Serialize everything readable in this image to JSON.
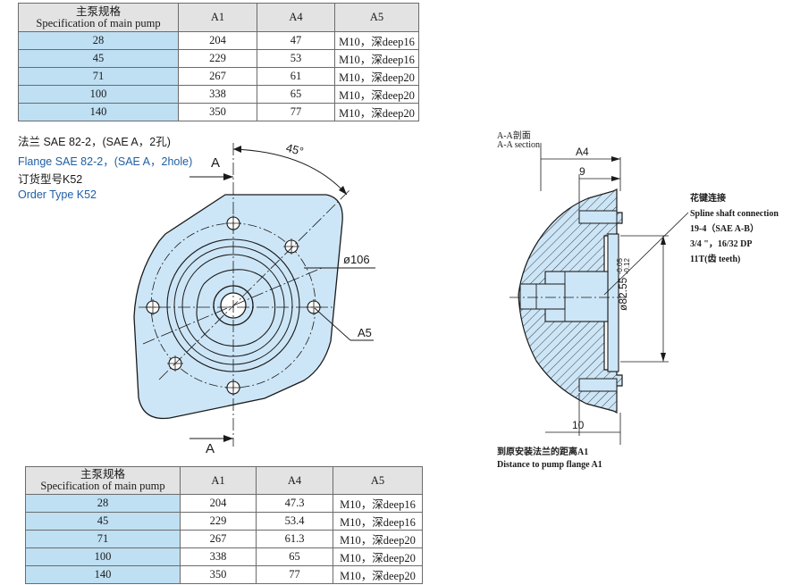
{
  "top_table": {
    "headers": {
      "model_cn": "主泵规格",
      "model_en": "Specification of main pump",
      "a1": "A1",
      "a4": "A4",
      "a5": "A5"
    },
    "rows": [
      {
        "model": "28",
        "a1": "204",
        "a4": "47",
        "a5": "M10，深deep16"
      },
      {
        "model": "45",
        "a1": "229",
        "a4": "53",
        "a5": "M10，深deep16"
      },
      {
        "model": "71",
        "a1": "267",
        "a4": "61",
        "a5": "M10，深deep20"
      },
      {
        "model": "100",
        "a1": "338",
        "a4": "65",
        "a5": "M10，深deep20"
      },
      {
        "model": "140",
        "a1": "350",
        "a4": "77",
        "a5": "M10，深deep20"
      }
    ]
  },
  "flange": {
    "title_cn": "法兰 SAE 82-2，(SAE A，2孔)",
    "title_en": "Flange SAE 82-2，(SAE A，2hole)",
    "order_cn": "订货型号K52",
    "order_en": "Order Type K52"
  },
  "front_view": {
    "section_a_top": "A",
    "section_a_bottom": "A",
    "angle": "45°",
    "diameter": "ø106",
    "hole_label": "A5"
  },
  "section_view": {
    "title_cn": "A-A剖面",
    "title_en": "A-A section",
    "dim_a4": "A4",
    "dim_9": "9",
    "dim_10": "10",
    "diameter": "ø82.55",
    "tol_upper": "-0.05",
    "tol_lower": "-0.12",
    "spline_cn": "花键连接",
    "spline_en": "Spline shaft connection",
    "spline_std": "19-4（SAE A-B）",
    "spline_size": "3/4 \"，16/32 DP",
    "spline_teeth": "11T(齿 teeth)",
    "distance_cn": "到原安装法兰的距离A1",
    "distance_en": "Distance to pump flange A1"
  },
  "bottom_table": {
    "headers": {
      "model_cn": "主泵规格",
      "model_en": "Specification of main pump",
      "a1": "A1",
      "a4": "A4",
      "a5": "A5"
    },
    "rows": [
      {
        "model": "28",
        "a1": "204",
        "a4": "47.3",
        "a5": "M10，深deep16"
      },
      {
        "model": "45",
        "a1": "229",
        "a4": "53.4",
        "a5": "M10，深deep16"
      },
      {
        "model": "71",
        "a1": "267",
        "a4": "61.3",
        "a5": "M10，深deep20"
      },
      {
        "model": "100",
        "a1": "338",
        "a4": "65",
        "a5": "M10，深deep20"
      },
      {
        "model": "140",
        "a1": "350",
        "a4": "77",
        "a5": "M10，深deep20"
      }
    ]
  },
  "colors": {
    "part_fill": "#cde6f7",
    "header_fill": "#e3e3e3",
    "model_cell": "#bfdff3",
    "english_text": "#1f5fa3",
    "line": "#1a1a1a"
  }
}
